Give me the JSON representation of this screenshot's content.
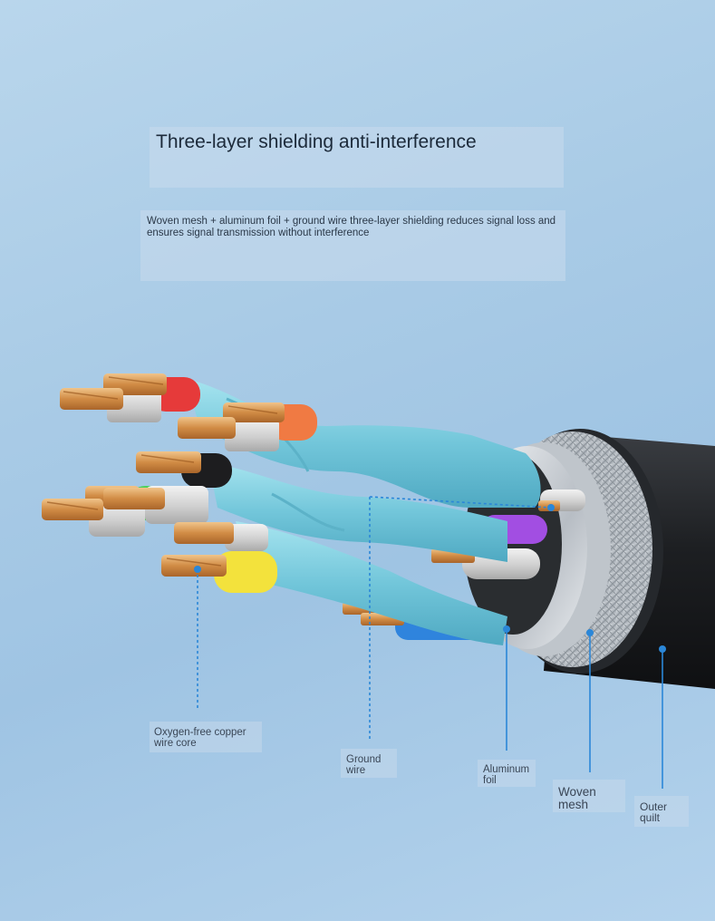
{
  "heading": "Three-layer shielding anti-interference",
  "description": "Woven mesh + aluminum foil + ground wire three-layer shielding reduces signal loss and ensures signal transmission without interference",
  "labels": {
    "copper_core": "Oxygen-free copper wire core",
    "ground_wire": "Ground wire",
    "aluminum_foil": "Aluminum foil",
    "woven_mesh": "Woven mesh",
    "outer_quilt": "Outer quilt"
  },
  "colors": {
    "accent": "#2b87d8",
    "jacket": "#1b1d20",
    "copper": "#d99a55",
    "pair_sheath": "#7ccfe0",
    "core_red": "#e63a3a",
    "core_orange": "#f07a43",
    "core_black": "#1d1d1f",
    "core_green": "#4fd05d",
    "core_yellow": "#f3e23c",
    "core_purple": "#a24ee2",
    "core_blue": "#2f84dd"
  }
}
